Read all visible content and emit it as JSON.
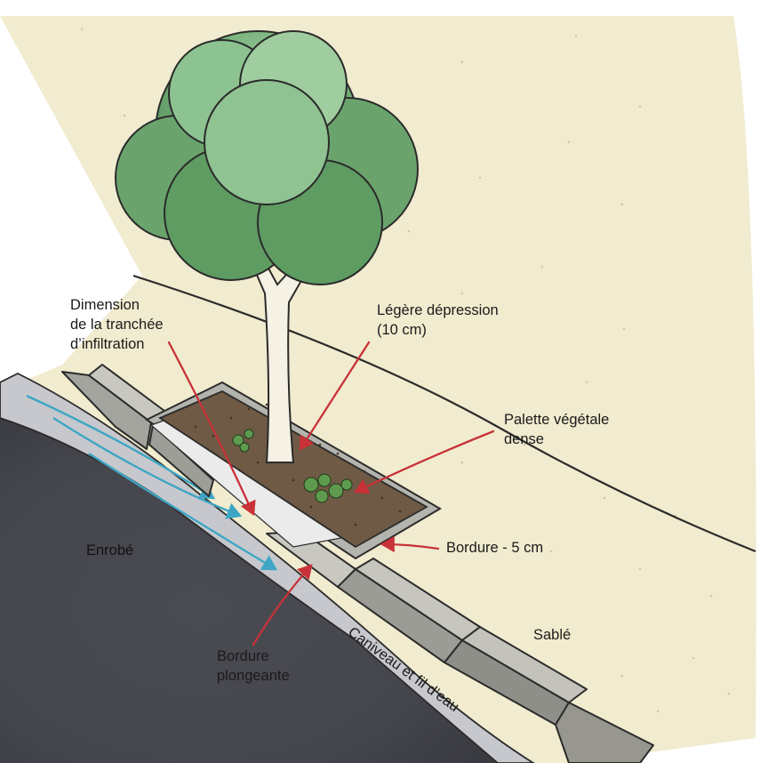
{
  "labels": {
    "dimension": [
      "Dimension",
      "de la tranchée",
      "d’infiltration"
    ],
    "depression": [
      "Légère dépression",
      "(10 cm)"
    ],
    "palette": [
      "Palette végétale",
      "dense"
    ],
    "bordure5": "Bordure - 5 cm",
    "enrobe": "Enrobé",
    "sable": "Sablé",
    "bordure_plongeante": [
      "Bordure",
      "plongeante"
    ],
    "caniveau": "Caniveau et fil d’eau"
  },
  "colors": {
    "arrow": "#c83238",
    "water": "#3ea6c4",
    "asphalt": "#4a4b52",
    "sand": "#f1ebcf",
    "foliage": "#6aa46c",
    "soil": "#6e5a45",
    "gravel": "#ebebeb",
    "curb": "#9c9c96"
  }
}
